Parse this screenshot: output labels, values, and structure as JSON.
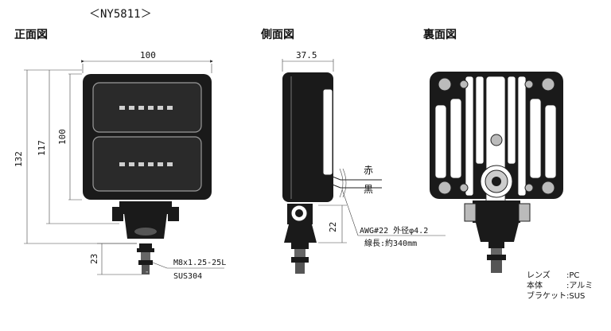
{
  "model_title": "＜NY5811＞",
  "views": {
    "front": "正面図",
    "side": "側面図",
    "back": "裏面図"
  },
  "dimensions": {
    "front_width": "100",
    "front_body_height": "100",
    "front_height_117": "117",
    "front_height_132": "132",
    "front_bolt_23": "23",
    "side_depth": "37.5",
    "side_22": "22"
  },
  "callouts": {
    "bolt_spec": "M8x1.25-25L",
    "bolt_material": "SUS304",
    "wire_red": "赤",
    "wire_black": "黒",
    "wire_spec": "AWG#22 外径φ4.2",
    "wire_length": "線長:約340mm"
  },
  "materials": [
    {
      "part": "レンズ",
      "value": ":PC"
    },
    {
      "part": "本体",
      "value": ":アルミ"
    },
    {
      "part": "ブラケット",
      "value": ":SUS"
    }
  ]
}
